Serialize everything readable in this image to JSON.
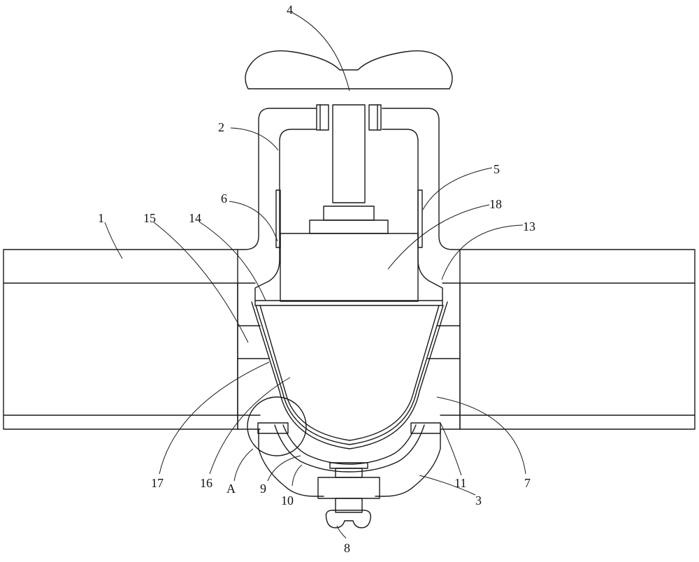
{
  "labels": {
    "l1": "1",
    "l2": "2",
    "l3": "3",
    "l4": "4",
    "l5": "5",
    "l6": "6",
    "l7": "7",
    "l8": "8",
    "l9": "9",
    "l10": "10",
    "l11": "11",
    "l13": "13",
    "l14": "14",
    "l15": "15",
    "l16": "16",
    "l17": "17",
    "l18": "18",
    "lA": "A"
  }
}
